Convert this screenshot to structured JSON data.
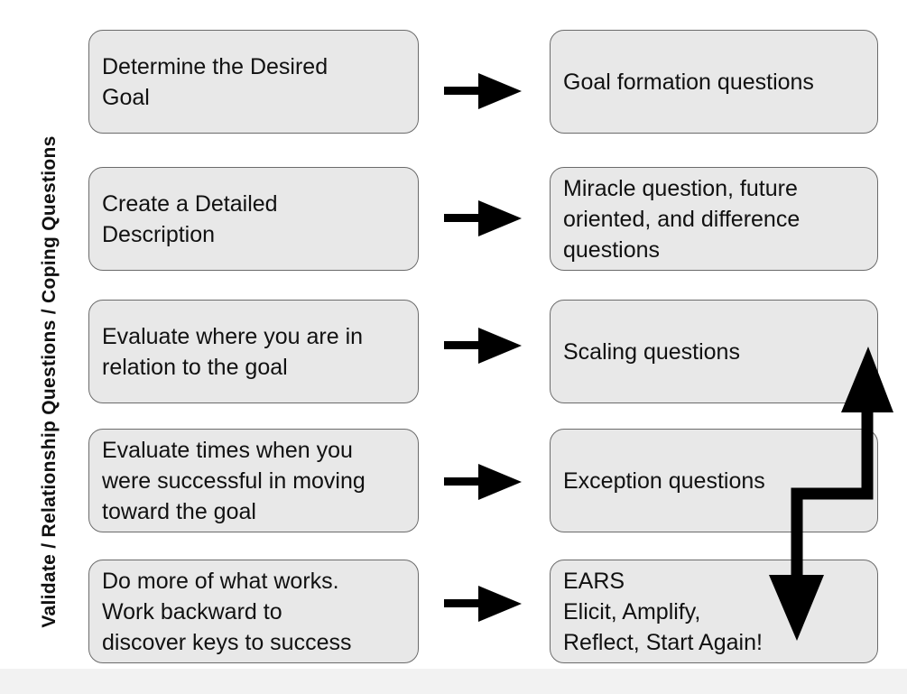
{
  "side_label": "Validate / Relationship Questions  / Coping Questions",
  "steps": [
    {
      "left": "Determine the Desired\nGoal",
      "right": "Goal formation questions"
    },
    {
      "left": "Create a Detailed\nDescription",
      "right": "Miracle question, future\noriented, and difference\nquestions"
    },
    {
      "left": "Evaluate where you are in\nrelation to the goal",
      "right": "Scaling questions"
    },
    {
      "left": "Evaluate times when you\nwere successful in moving\ntoward the goal",
      "right": "Exception questions"
    },
    {
      "left": "Do more of what works.\nWork backward to\ndiscover keys to success",
      "right": "EARS\nElicit, Amplify,\nReflect, Start Again!"
    }
  ],
  "colors": {
    "box_fill": "#e8e8e8",
    "box_border": "#6b6b6b",
    "arrow": "#000000",
    "text": "#111111"
  }
}
